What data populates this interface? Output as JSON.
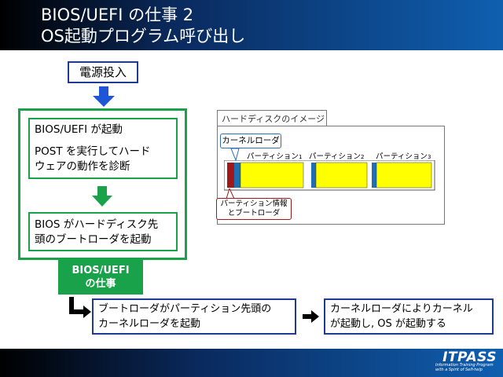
{
  "title": {
    "line1": "BIOS/UEFI の仕事 2",
    "line2": "OS起動プログラム呼び出し"
  },
  "power_on": "電源投入",
  "bios_box": {
    "line1": "BIOS/UEFI が起動",
    "line2": "POST を実行してハード",
    "line3": "ウェアの動作を診断"
  },
  "bootloader_box": {
    "line1": "BIOS がハードディスク先",
    "line2": "頭のブートローダを起動"
  },
  "bios_label": {
    "line1": "BIOS/UEFI",
    "line2": "の仕事"
  },
  "disk": {
    "tab": "ハードディスクのイメージ",
    "kernel_callout": "カーネルローダ",
    "partition_prefix": "パーティション",
    "partitions": [
      "1",
      "2",
      "3"
    ],
    "partinfo_line1": "パーティション情報",
    "partinfo_line2": "とブートローダ"
  },
  "steps": {
    "step1_line1": "ブートローダがパーティション先頭の",
    "step1_line2": "カーネルローダを起動",
    "step2_line1": "カーネルローダによりカーネル",
    "step2_line2": "が起動し, OS が起動する"
  },
  "footer": {
    "logo": "ITPASS",
    "tagline1": "Information Training Program",
    "tagline2": "with a Spirit of Self-help"
  },
  "colors": {
    "navy": "#1f3a93",
    "green": "#1aa24a",
    "arrow_blue": "#1e56d6",
    "partition_yellow": "#ffff00",
    "marker_blue": "#1f6fb5",
    "marker_red": "#a01818"
  }
}
